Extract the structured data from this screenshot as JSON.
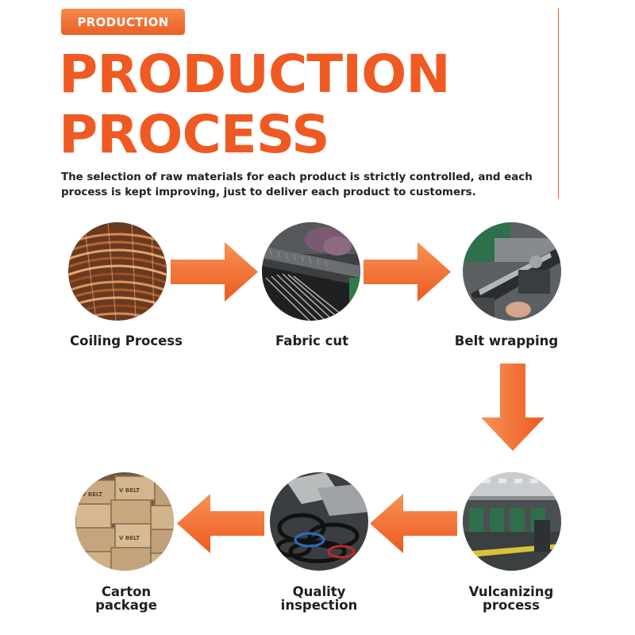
{
  "header": {
    "badge": "PRODUCTION",
    "title_line1": "PRODUCTION",
    "title_line2": "PROCESS",
    "subtitle_line1": "The selection of raw materials for each product is strictly controlled, and each",
    "subtitle_line2": "process is kept improving, just to deliver each product to customers."
  },
  "colors": {
    "accent": "#ee5a22",
    "arrow": "#f06a2c",
    "text": "#1f1f1f"
  },
  "steps": [
    {
      "label_line1": "Coiling Process",
      "label_line2": "",
      "icon": "copper-coil-photo"
    },
    {
      "label_line1": "Fabric cut",
      "label_line2": "",
      "icon": "fabric-cutting-photo"
    },
    {
      "label_line1": "Belt wrapping",
      "label_line2": "",
      "icon": "belt-wrapping-machine-photo"
    },
    {
      "label_line1": "Vulcanizing",
      "label_line2": "process",
      "icon": "vulcanizing-factory-photo"
    },
    {
      "label_line1": "Quality",
      "label_line2": "inspection",
      "icon": "belts-inspection-photo"
    },
    {
      "label_line1": "Carton",
      "label_line2": "package",
      "icon": "carton-boxes-photo"
    }
  ]
}
